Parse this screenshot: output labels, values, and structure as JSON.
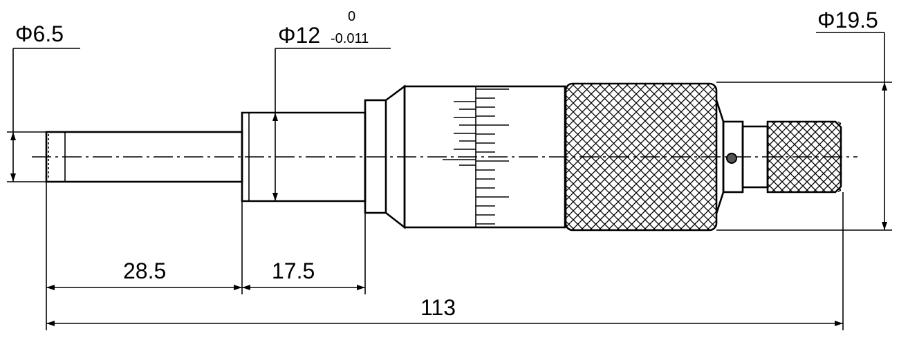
{
  "dimensions": {
    "spindle_diameter": "Φ6.5",
    "sleeve_diameter": "Φ12",
    "sleeve_tolerance_upper": "0",
    "sleeve_tolerance_lower": "-0.011",
    "thimble_diameter": "Φ19.5",
    "spindle_length": "28.5",
    "sleeve_length": "17.5",
    "overall_length": "113"
  }
}
